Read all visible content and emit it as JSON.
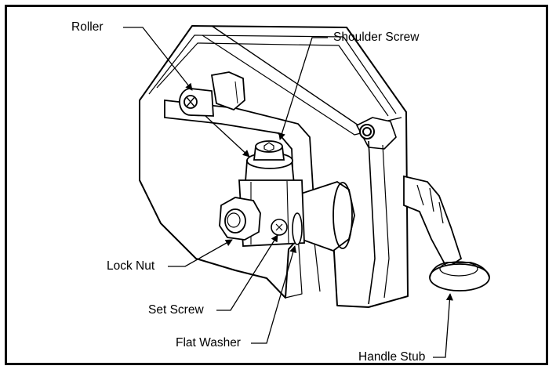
{
  "figure": {
    "labels": {
      "roller": "Roller",
      "shoulder_screw": "Shoulder Screw",
      "lock_nut": "Lock Nut",
      "set_screw": "Set Screw",
      "flat_washer": "Flat Washer",
      "handle_stub": "Handle Stub"
    }
  }
}
